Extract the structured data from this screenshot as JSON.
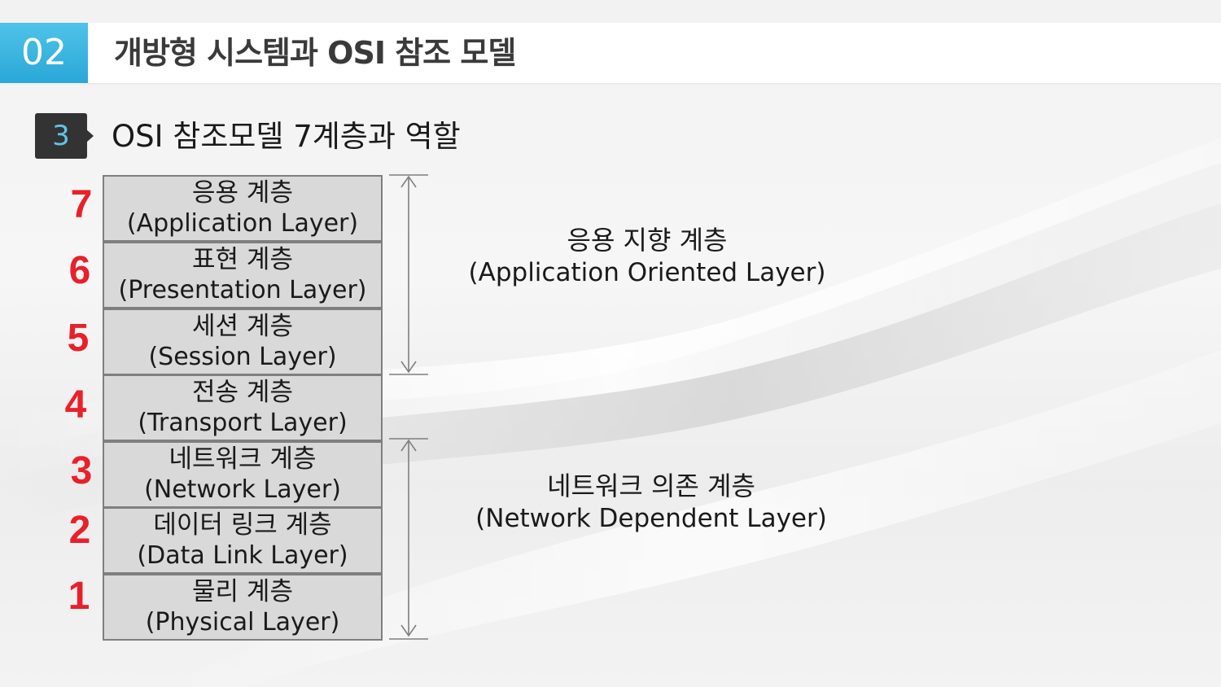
{
  "header": {
    "section_number": "02",
    "section_title": "개방형 시스템과 OSI 참조 모델"
  },
  "subheader": {
    "number": "3",
    "title": "OSI 참조모델 7계층과 역할"
  },
  "layers": [
    {
      "number": "7",
      "name_ko": "응용 계층",
      "name_en": "(Application Layer)"
    },
    {
      "number": "6",
      "name_ko": "표현 계층",
      "name_en": "(Presentation Layer)"
    },
    {
      "number": "5",
      "name_ko": "세션 계층",
      "name_en": "(Session Layer)"
    },
    {
      "number": "4",
      "name_ko": "전송 계층",
      "name_en": "(Transport Layer)"
    },
    {
      "number": "3",
      "name_ko": "네트워크 계층",
      "name_en": "(Network Layer)"
    },
    {
      "number": "2",
      "name_ko": "데이터 링크 계층",
      "name_en": "(Data Link Layer)"
    },
    {
      "number": "1",
      "name_ko": "물리 계층",
      "name_en": "(Physical Layer)"
    }
  ],
  "groups": [
    {
      "name_ko": "응용 지향 계층",
      "name_en": "(Application Oriented Layer)"
    },
    {
      "name_ko": "네트워크 의존 계층",
      "name_en": "(Network Dependent Layer)"
    }
  ],
  "colors": {
    "accent": "#2aa7d8",
    "number_red": "#e8202a",
    "layer_fill": "#d9d9d9",
    "layer_border": "#7f7f7f",
    "badge_dark": "#333333"
  }
}
